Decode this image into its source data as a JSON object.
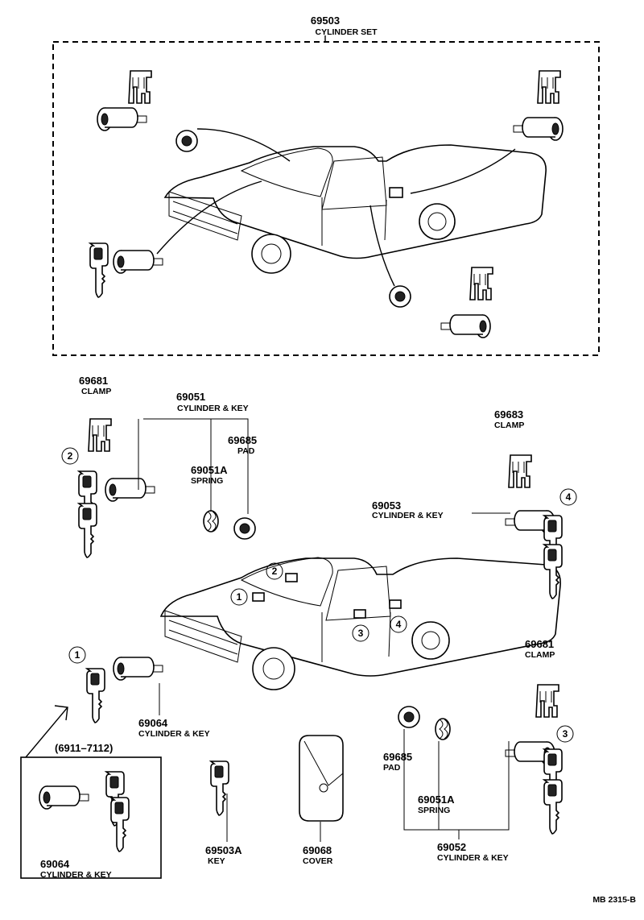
{
  "cylinder_set": {
    "number": "69503",
    "label": "CYLINDER SET"
  },
  "parts": {
    "clamp_69681_upper": {
      "number": "69681",
      "label": "CLAMP"
    },
    "cylinder_key_69051": {
      "number": "69051",
      "label": "CYLINDER & KEY"
    },
    "pad_69685_upper": {
      "number": "69685",
      "label": "PAD"
    },
    "spring_69051a_upper": {
      "number": "69051A",
      "label": "SPRING"
    },
    "clamp_69683": {
      "number": "69683",
      "label": "CLAMP"
    },
    "cylinder_key_69053": {
      "number": "69053",
      "label": "CYLINDER & KEY"
    },
    "cylinder_key_69064_upper": {
      "number": "69064",
      "label": "CYLINDER & KEY"
    },
    "clamp_69681_lower": {
      "number": "69681",
      "label": "CLAMP"
    },
    "serial_range": "(6911–7112)",
    "cylinder_key_69064_lower": {
      "number": "69064",
      "label": "CYLINDER & KEY"
    },
    "key_69503a": {
      "number": "69503A",
      "label": "KEY"
    },
    "cover_69068": {
      "number": "69068",
      "label": "COVER"
    },
    "pad_69685_lower": {
      "number": "69685",
      "label": "PAD"
    },
    "spring_69051a_lower": {
      "number": "69051A",
      "label": "SPRING"
    },
    "cylinder_key_69052": {
      "number": "69052",
      "label": "CYLINDER & KEY"
    }
  },
  "callouts": [
    "1",
    "2",
    "3",
    "4"
  ],
  "diagram_code": "MB 2315-B"
}
